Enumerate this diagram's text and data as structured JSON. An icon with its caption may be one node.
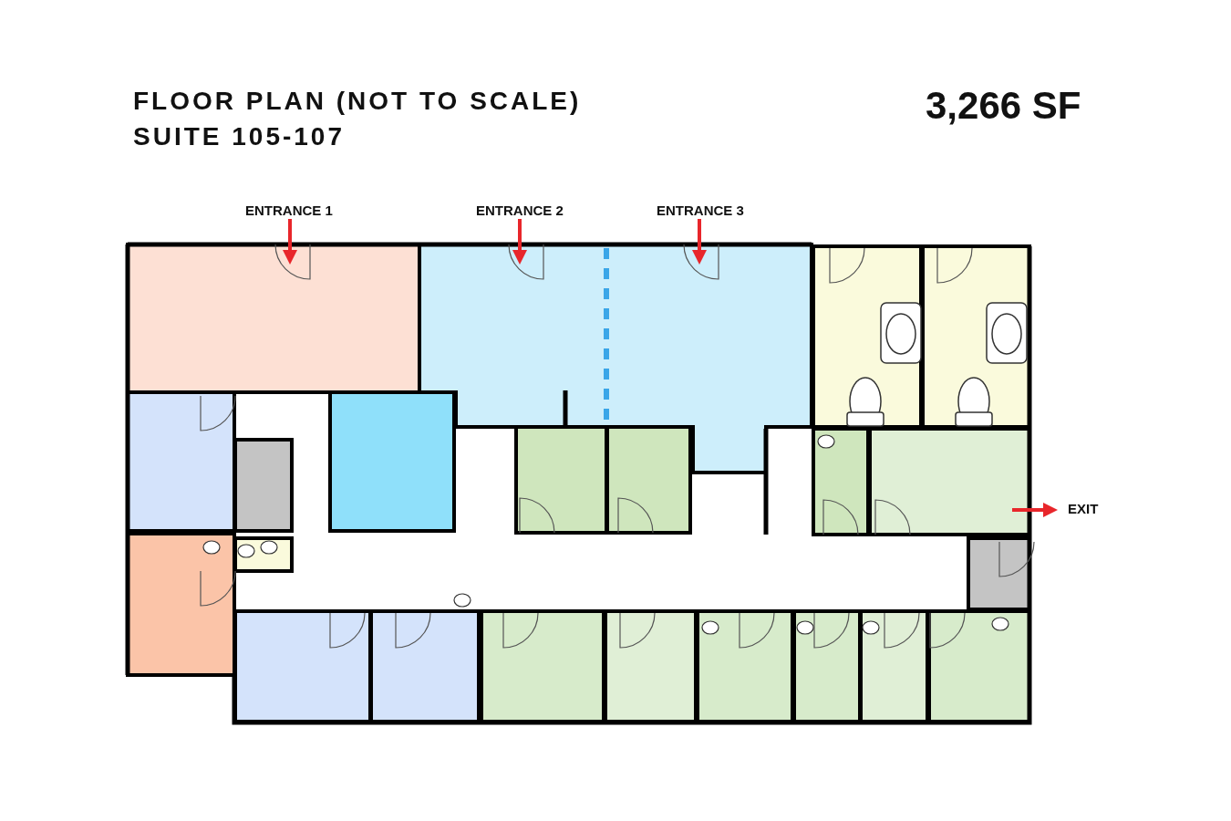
{
  "diagram": {
    "title": "FLOOR PLAN (NOT TO SCALE)",
    "labels": [
      "3,266 SF",
      "SUITE 105-107",
      "ENTRANCE 1",
      "ENTRANCE 2",
      "ENTRANCE 3",
      "EXIT"
    ]
  }
}
